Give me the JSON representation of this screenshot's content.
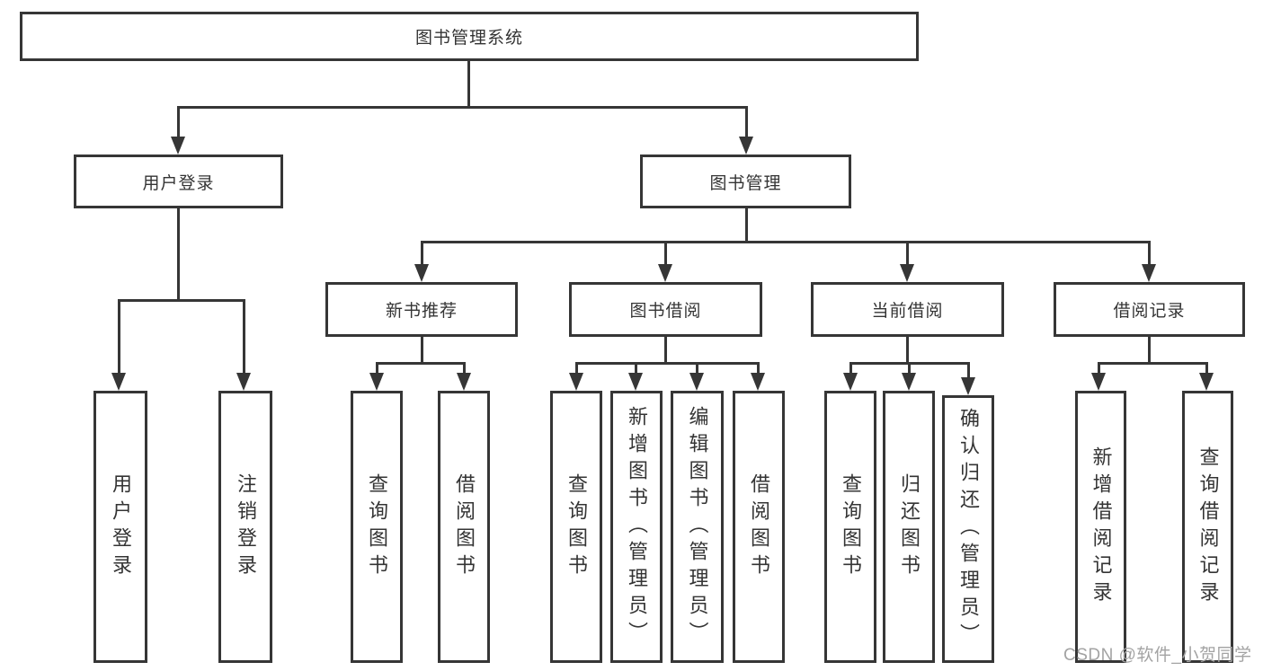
{
  "colors": {
    "line": "#363636",
    "box_border": "#363636",
    "box_fill": "#ffffff",
    "text": "#343434",
    "watermark": "#a3a3a3",
    "background": "#ffffff"
  },
  "tree": {
    "root": {
      "label": "图书管理系统"
    },
    "branches": [
      {
        "label": "用户登录",
        "children": [
          {
            "label": "用户登录"
          },
          {
            "label": "注销登录"
          }
        ]
      },
      {
        "label": "图书管理",
        "children": [
          {
            "label": "新书推荐",
            "children": [
              {
                "label": "查询图书"
              },
              {
                "label": "借阅图书"
              }
            ]
          },
          {
            "label": "图书借阅",
            "children": [
              {
                "label": "查询图书"
              },
              {
                "label": "新增图书（管理员）"
              },
              {
                "label": "编辑图书（管理员）"
              },
              {
                "label": "借阅图书"
              }
            ]
          },
          {
            "label": "当前借阅",
            "children": [
              {
                "label": "查询图书"
              },
              {
                "label": "归还图书"
              },
              {
                "label": "确认归还（管理员）"
              }
            ]
          },
          {
            "label": "借阅记录",
            "children": [
              {
                "label": "新增借阅记录"
              },
              {
                "label": "查询借阅记录"
              }
            ]
          }
        ]
      }
    ]
  },
  "watermark": {
    "text": "CSDN @软件_小贺同学"
  }
}
